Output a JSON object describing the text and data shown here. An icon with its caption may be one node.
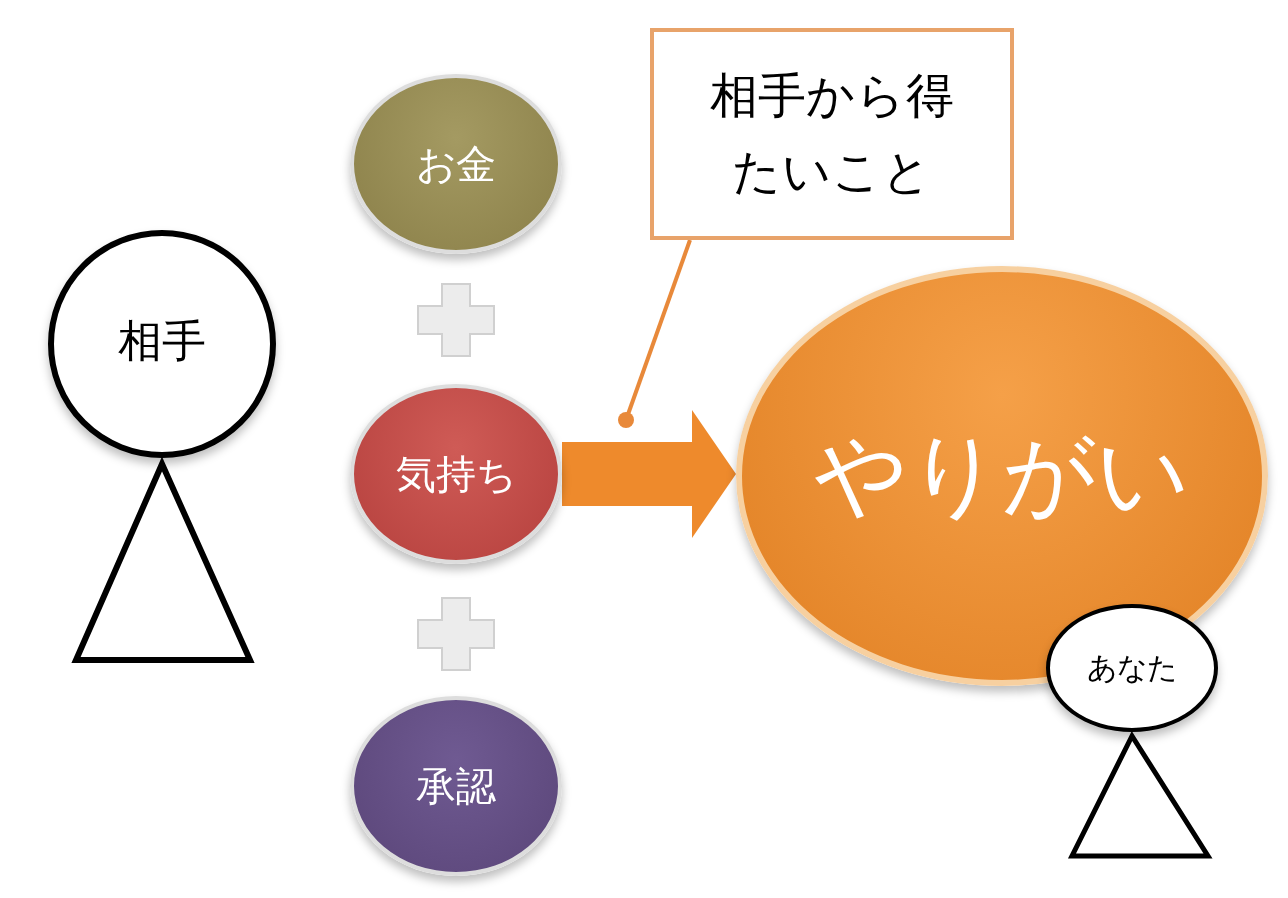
{
  "diagram": {
    "nodes": [
      {
        "text": [
          "相手"
        ]
      },
      {
        "text": [
          "お金"
        ]
      },
      {
        "text": [
          "気持ち"
        ]
      },
      {
        "text": [
          "承認"
        ]
      },
      {
        "text": [
          "やりがい"
        ]
      },
      {
        "text": [
          "相手から得たいこと"
        ]
      },
      {
        "text": [
          "あなた"
        ]
      },
      {
        "text": [],
        "shape": "triangle"
      },
      {
        "text": [],
        "shape": "triangle"
      }
    ],
    "edges": [
      {
        "from": 2,
        "to": 4,
        "arrow": "to"
      },
      {
        "from": 5,
        "to": null,
        "arrow": "other"
      }
    ]
  }
}
